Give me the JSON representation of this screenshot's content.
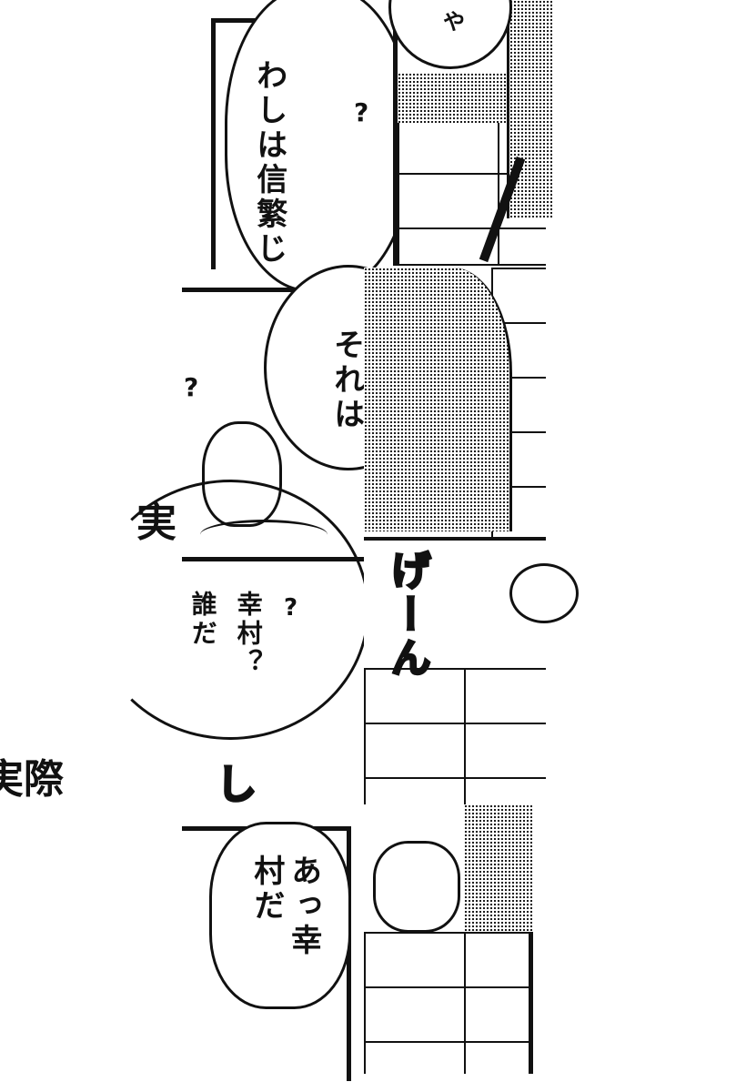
{
  "panels": {
    "p1": {
      "speech": "わしは信繁じ",
      "mark": "?"
    },
    "p2": {
      "speech": "や"
    },
    "p3": {
      "speech": "それは",
      "mark": "?"
    },
    "p5": {
      "speech_a": "幸村？",
      "speech_b": "誰だ",
      "mark": "?"
    },
    "p6": {
      "sfx": "げーん"
    },
    "p7": {
      "speech": "あっ幸村だ"
    }
  },
  "sfx_shi": "し",
  "caption_1": "実",
  "caption_2": "実際"
}
